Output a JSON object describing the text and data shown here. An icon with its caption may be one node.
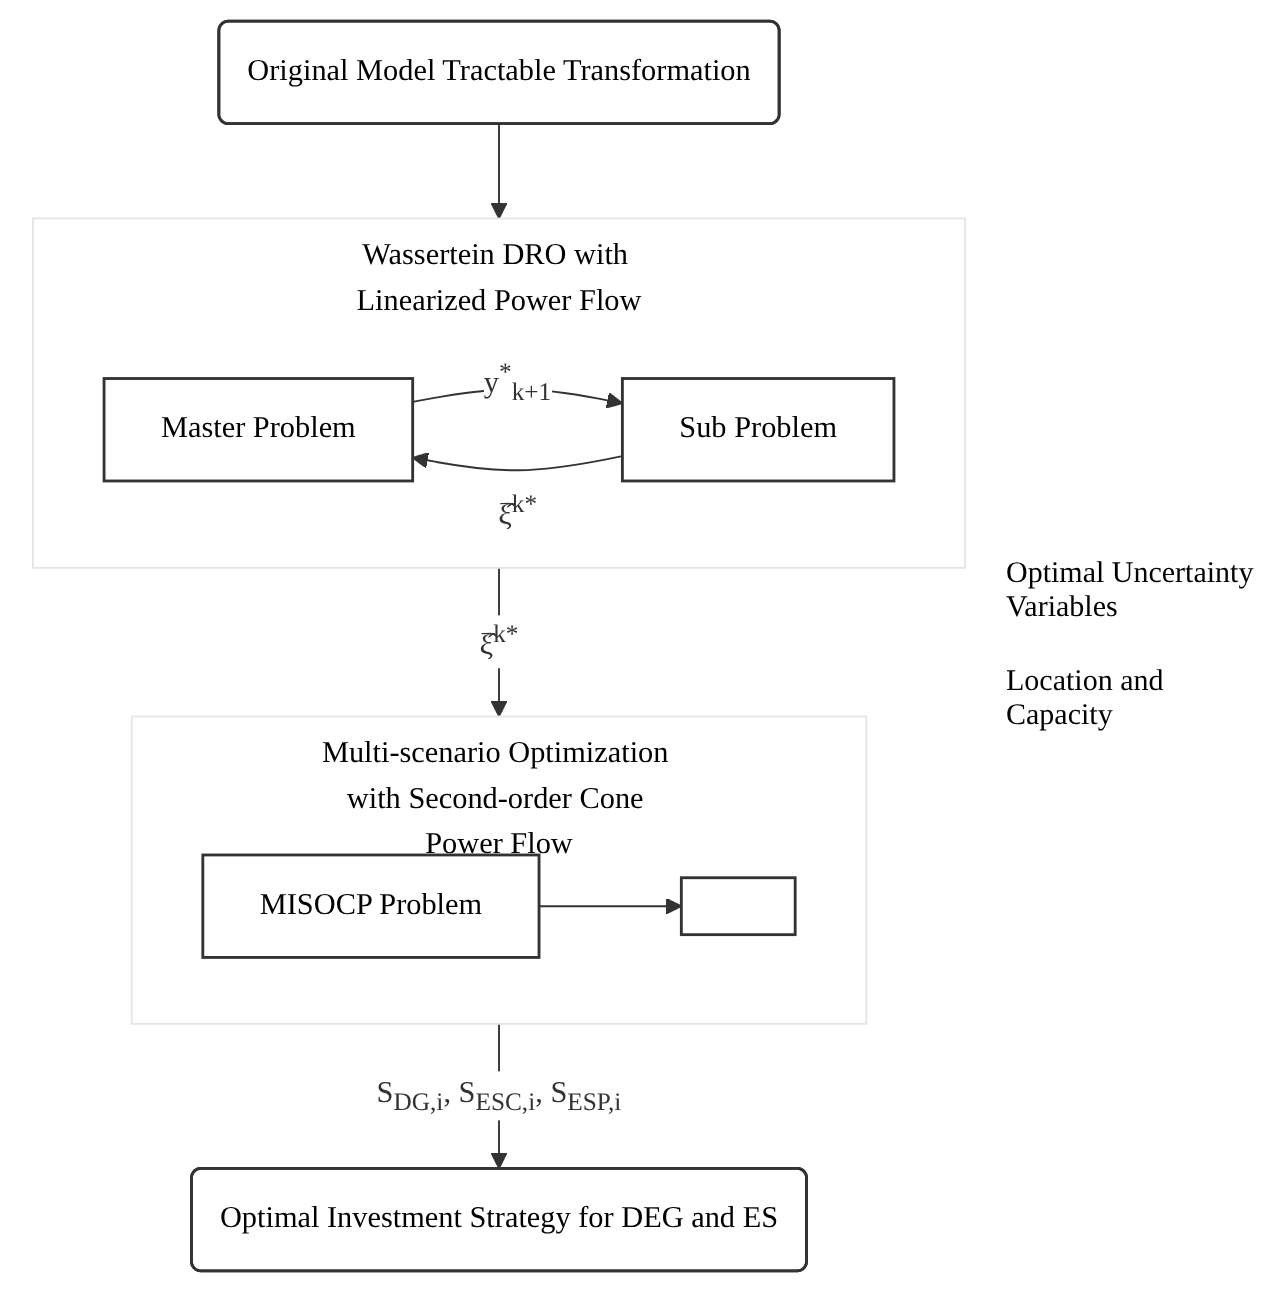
{
  "diagram": {
    "nodes": [
      {
        "text": [
          "Original Model Tractable Transformation"
        ]
      },
      {
        "text": [
          "Wassertein DRO with Linearized Power Flow"
        ]
      },
      {
        "text": [
          "Master Problem"
        ],
        "in": 1
      },
      {
        "text": [
          "Sub Problem"
        ],
        "in": 1
      },
      {
        "text": [
          "Multi-scenario Optimization with Second-order Cone Power Flow"
        ]
      },
      {
        "text": [
          "MISOCP Problem"
        ],
        "in": 4
      },
      {
        "text": [],
        "shape": "box",
        "in": 4
      },
      {
        "text": [
          "Optimal Investment Strategy for DEG and ES"
        ]
      }
    ],
    "edges": [
      {
        "from": 0,
        "to": 1,
        "arrow": "to"
      },
      {
        "from": 2,
        "to": 3,
        "arrow": "to",
        "label": "y$^{*}$$_{k+1}$"
      },
      {
        "from": 3,
        "to": 2,
        "arrow": "to",
        "label": "ξ̂$^{k*}$"
      },
      {
        "from": 1,
        "to": 4,
        "arrow": "to",
        "label": "ξ̂$^{k*}$"
      },
      {
        "from": 5,
        "to": 6,
        "arrow": "to"
      },
      {
        "from": 4,
        "to": 7,
        "arrow": "to",
        "label": "S$_{DG,i}$, S$_{ESC,i}$, S$_{ESP,i}$"
      }
    ],
    "labels": [
      "Optimal Uncertainty Variables",
      "Location and Capacity"
    ]
  }
}
